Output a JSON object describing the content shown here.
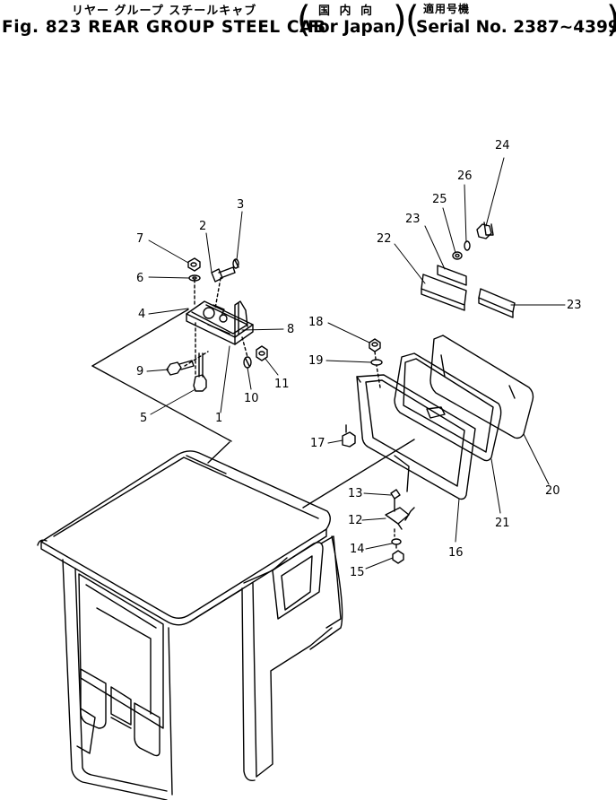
{
  "header": {
    "jp_title": "リヤー グループ スチールキャブ",
    "jp_japan": "国 内 向",
    "jp_serial": "適用号機",
    "fig_title": "Fig. 823 REAR GROUP STEEL CAB",
    "for_japan": "For Japan",
    "serial": "Serial No. 2387∼4399"
  },
  "callouts": [
    "1",
    "2",
    "3",
    "4",
    "5",
    "6",
    "7",
    "8",
    "9",
    "10",
    "11",
    "12",
    "13",
    "14",
    "15",
    "16",
    "17",
    "18",
    "19",
    "20",
    "21",
    "22",
    "23",
    "23",
    "24",
    "25",
    "26"
  ]
}
